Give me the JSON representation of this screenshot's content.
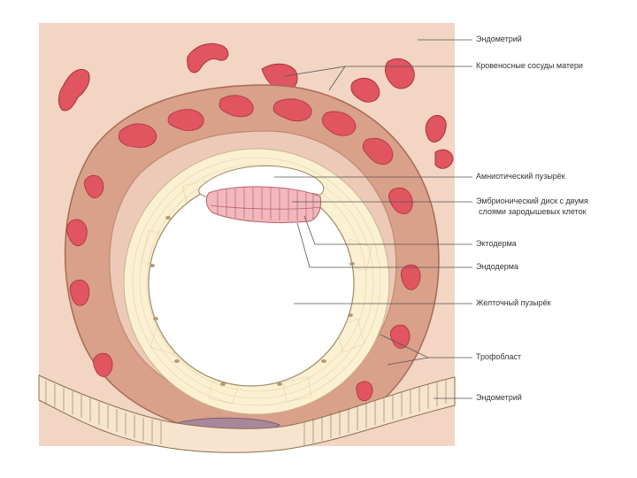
{
  "labels": {
    "endometrium_top": "Эндометрий",
    "maternal_vessels": "Кровеносные сосуды матери",
    "amniotic_sac": "Амниотический пузырёк",
    "embryonic_disc_line1": "Эмбрионический диск с двумя",
    "embryonic_disc_line2": "слоями зародышевых клеток",
    "ectoderm": "Эктодерма",
    "endoderm": "Эндодерма",
    "yolk_sac": "Желточный пузырёк",
    "trophoblast": "Трофобласт",
    "endometrium_bottom": "Эндометрий"
  },
  "colors": {
    "endometrium": "#f2d5c3",
    "trophoblast_outer": "#d9a08a",
    "trophoblast_inner": "#eccab7",
    "vessels": "#e05560",
    "yolk_wall": "#fbf0d2",
    "disc": "#f2b8bd",
    "epithelium": "#f7e4cf",
    "leader_line": "#555555"
  }
}
